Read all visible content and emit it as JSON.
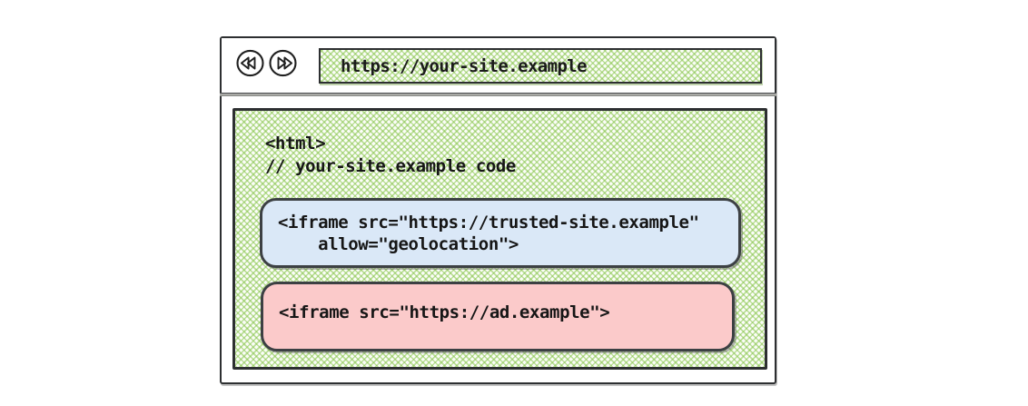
{
  "toolbar": {
    "back_icon": "double-left-triangles",
    "forward_icon": "double-right-triangles",
    "address_url": "https://your-site.example"
  },
  "page_code": {
    "opening_tag": "<html>",
    "comment": "// your-site.example code"
  },
  "trusted_iframe_snippet": {
    "line1": "<iframe src=\"https://trusted-site.example\"",
    "line2": "    allow=\"geolocation\">"
  },
  "ad_iframe_snippet": {
    "line1": "<iframe src=\"https://ad.example\">"
  },
  "colors": {
    "hatch_green": "#86c44a",
    "trusted_box_fill": "#dae8f7",
    "ad_box_fill": "#fbcaca",
    "frame_ink": "#2d2f31",
    "text_ink": "#161616"
  }
}
